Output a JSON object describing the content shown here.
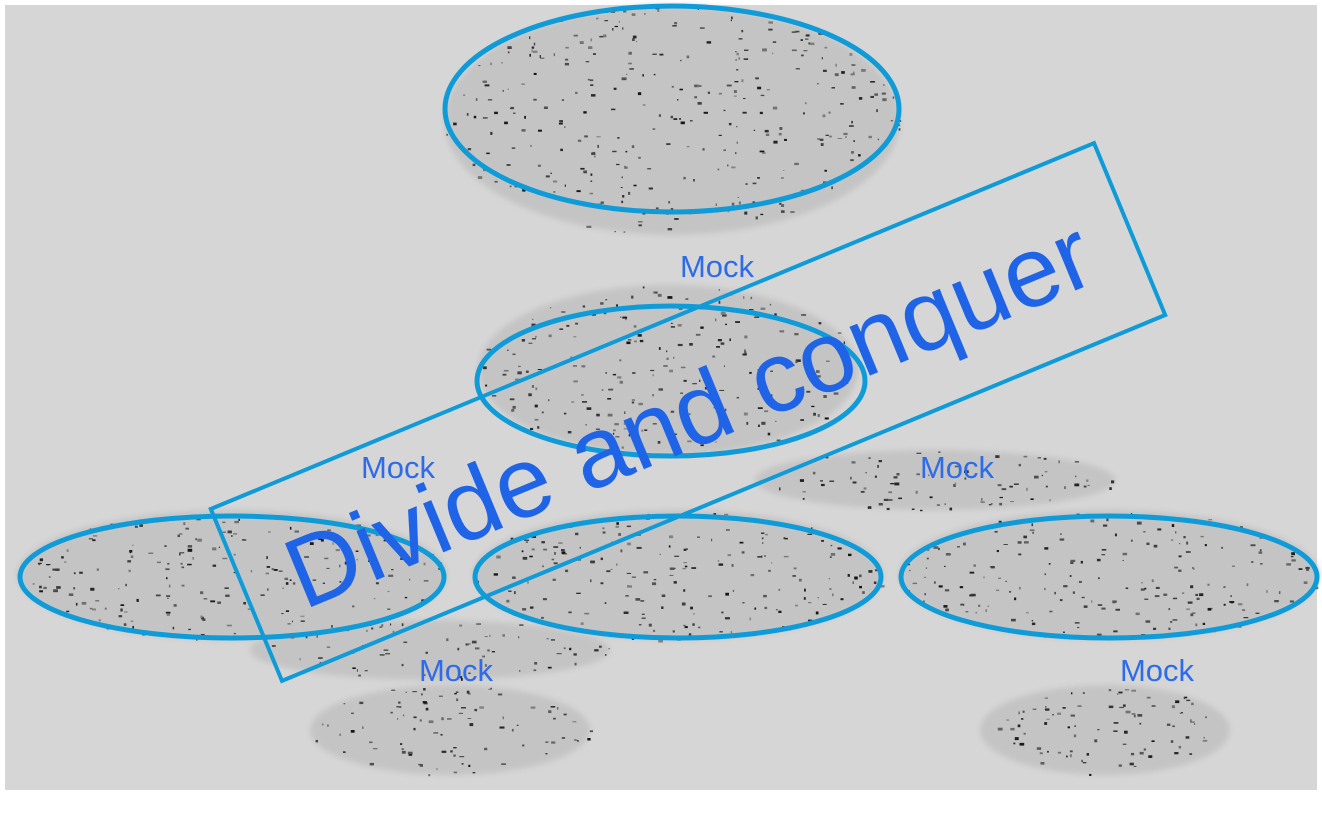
{
  "diagram": {
    "title": "Divide and conquer",
    "labels": [
      "Mock",
      "Mock",
      "Mock",
      "Mock",
      "Mock"
    ]
  },
  "colors": {
    "background": "#d6d6d6",
    "outline": "#0f9bd8",
    "label": "#2e6be6",
    "title": "#1f64e6",
    "speckle": "#1a1a1a",
    "blob": "#c2c2c2"
  }
}
